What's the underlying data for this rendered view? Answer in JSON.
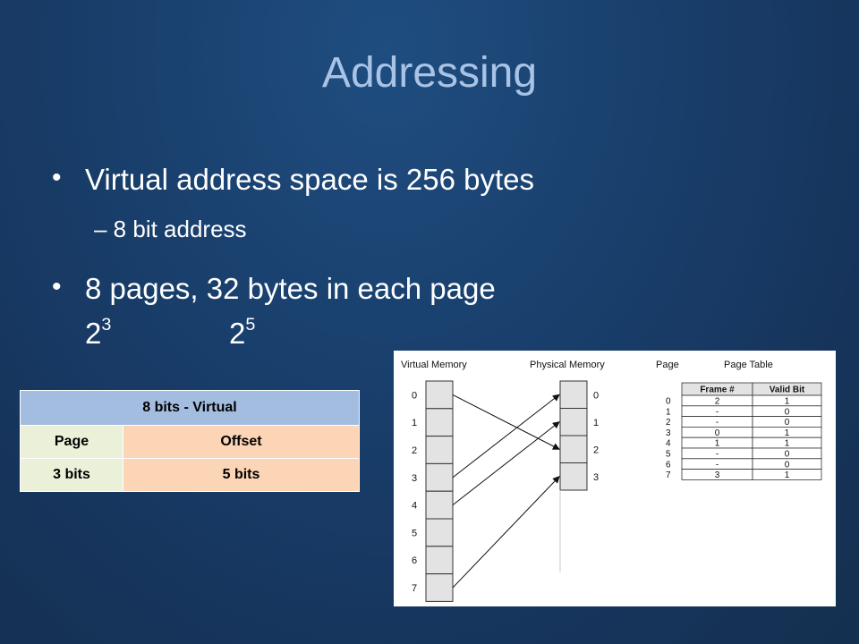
{
  "slide": {
    "title": "Addressing",
    "bullets": [
      {
        "text": "Virtual address space is 256 bytes",
        "sub": "– 8 bit address"
      },
      {
        "text": "8 pages, 32 bytes in each page"
      }
    ],
    "exponents": [
      {
        "base": "2",
        "exp": "3"
      },
      {
        "base": "2",
        "exp": "5"
      }
    ],
    "bullet_glyph": "•"
  },
  "bits_table": {
    "header": "8 bits - Virtual",
    "row1": [
      "Page",
      "Offset"
    ],
    "row2": [
      "3 bits",
      "5 bits"
    ],
    "colors": {
      "header": "#a3bde1",
      "page": "#ebf1d8",
      "offset": "#fbd5b5"
    }
  },
  "figure": {
    "labels": {
      "virtual": "Virtual Memory",
      "physical": "Physical Memory",
      "page": "Page",
      "page_table": "Page Table"
    },
    "virtual_pages": [
      "0",
      "1",
      "2",
      "3",
      "4",
      "5",
      "6",
      "7"
    ],
    "physical_frames": [
      "0",
      "1",
      "2",
      "3"
    ],
    "page_table": {
      "headers": [
        "Frame #",
        "Valid Bit"
      ],
      "pages": [
        "0",
        "1",
        "2",
        "3",
        "4",
        "5",
        "6",
        "7"
      ],
      "rows": [
        [
          "2",
          "1"
        ],
        [
          "-",
          "0"
        ],
        [
          "-",
          "0"
        ],
        [
          "0",
          "1"
        ],
        [
          "1",
          "1"
        ],
        [
          "-",
          "0"
        ],
        [
          "-",
          "0"
        ],
        [
          "3",
          "1"
        ]
      ]
    },
    "mappings": [
      {
        "page": 0,
        "frame": 2
      },
      {
        "page": 3,
        "frame": 0
      },
      {
        "page": 4,
        "frame": 1
      },
      {
        "page": 7,
        "frame": 3
      }
    ]
  }
}
